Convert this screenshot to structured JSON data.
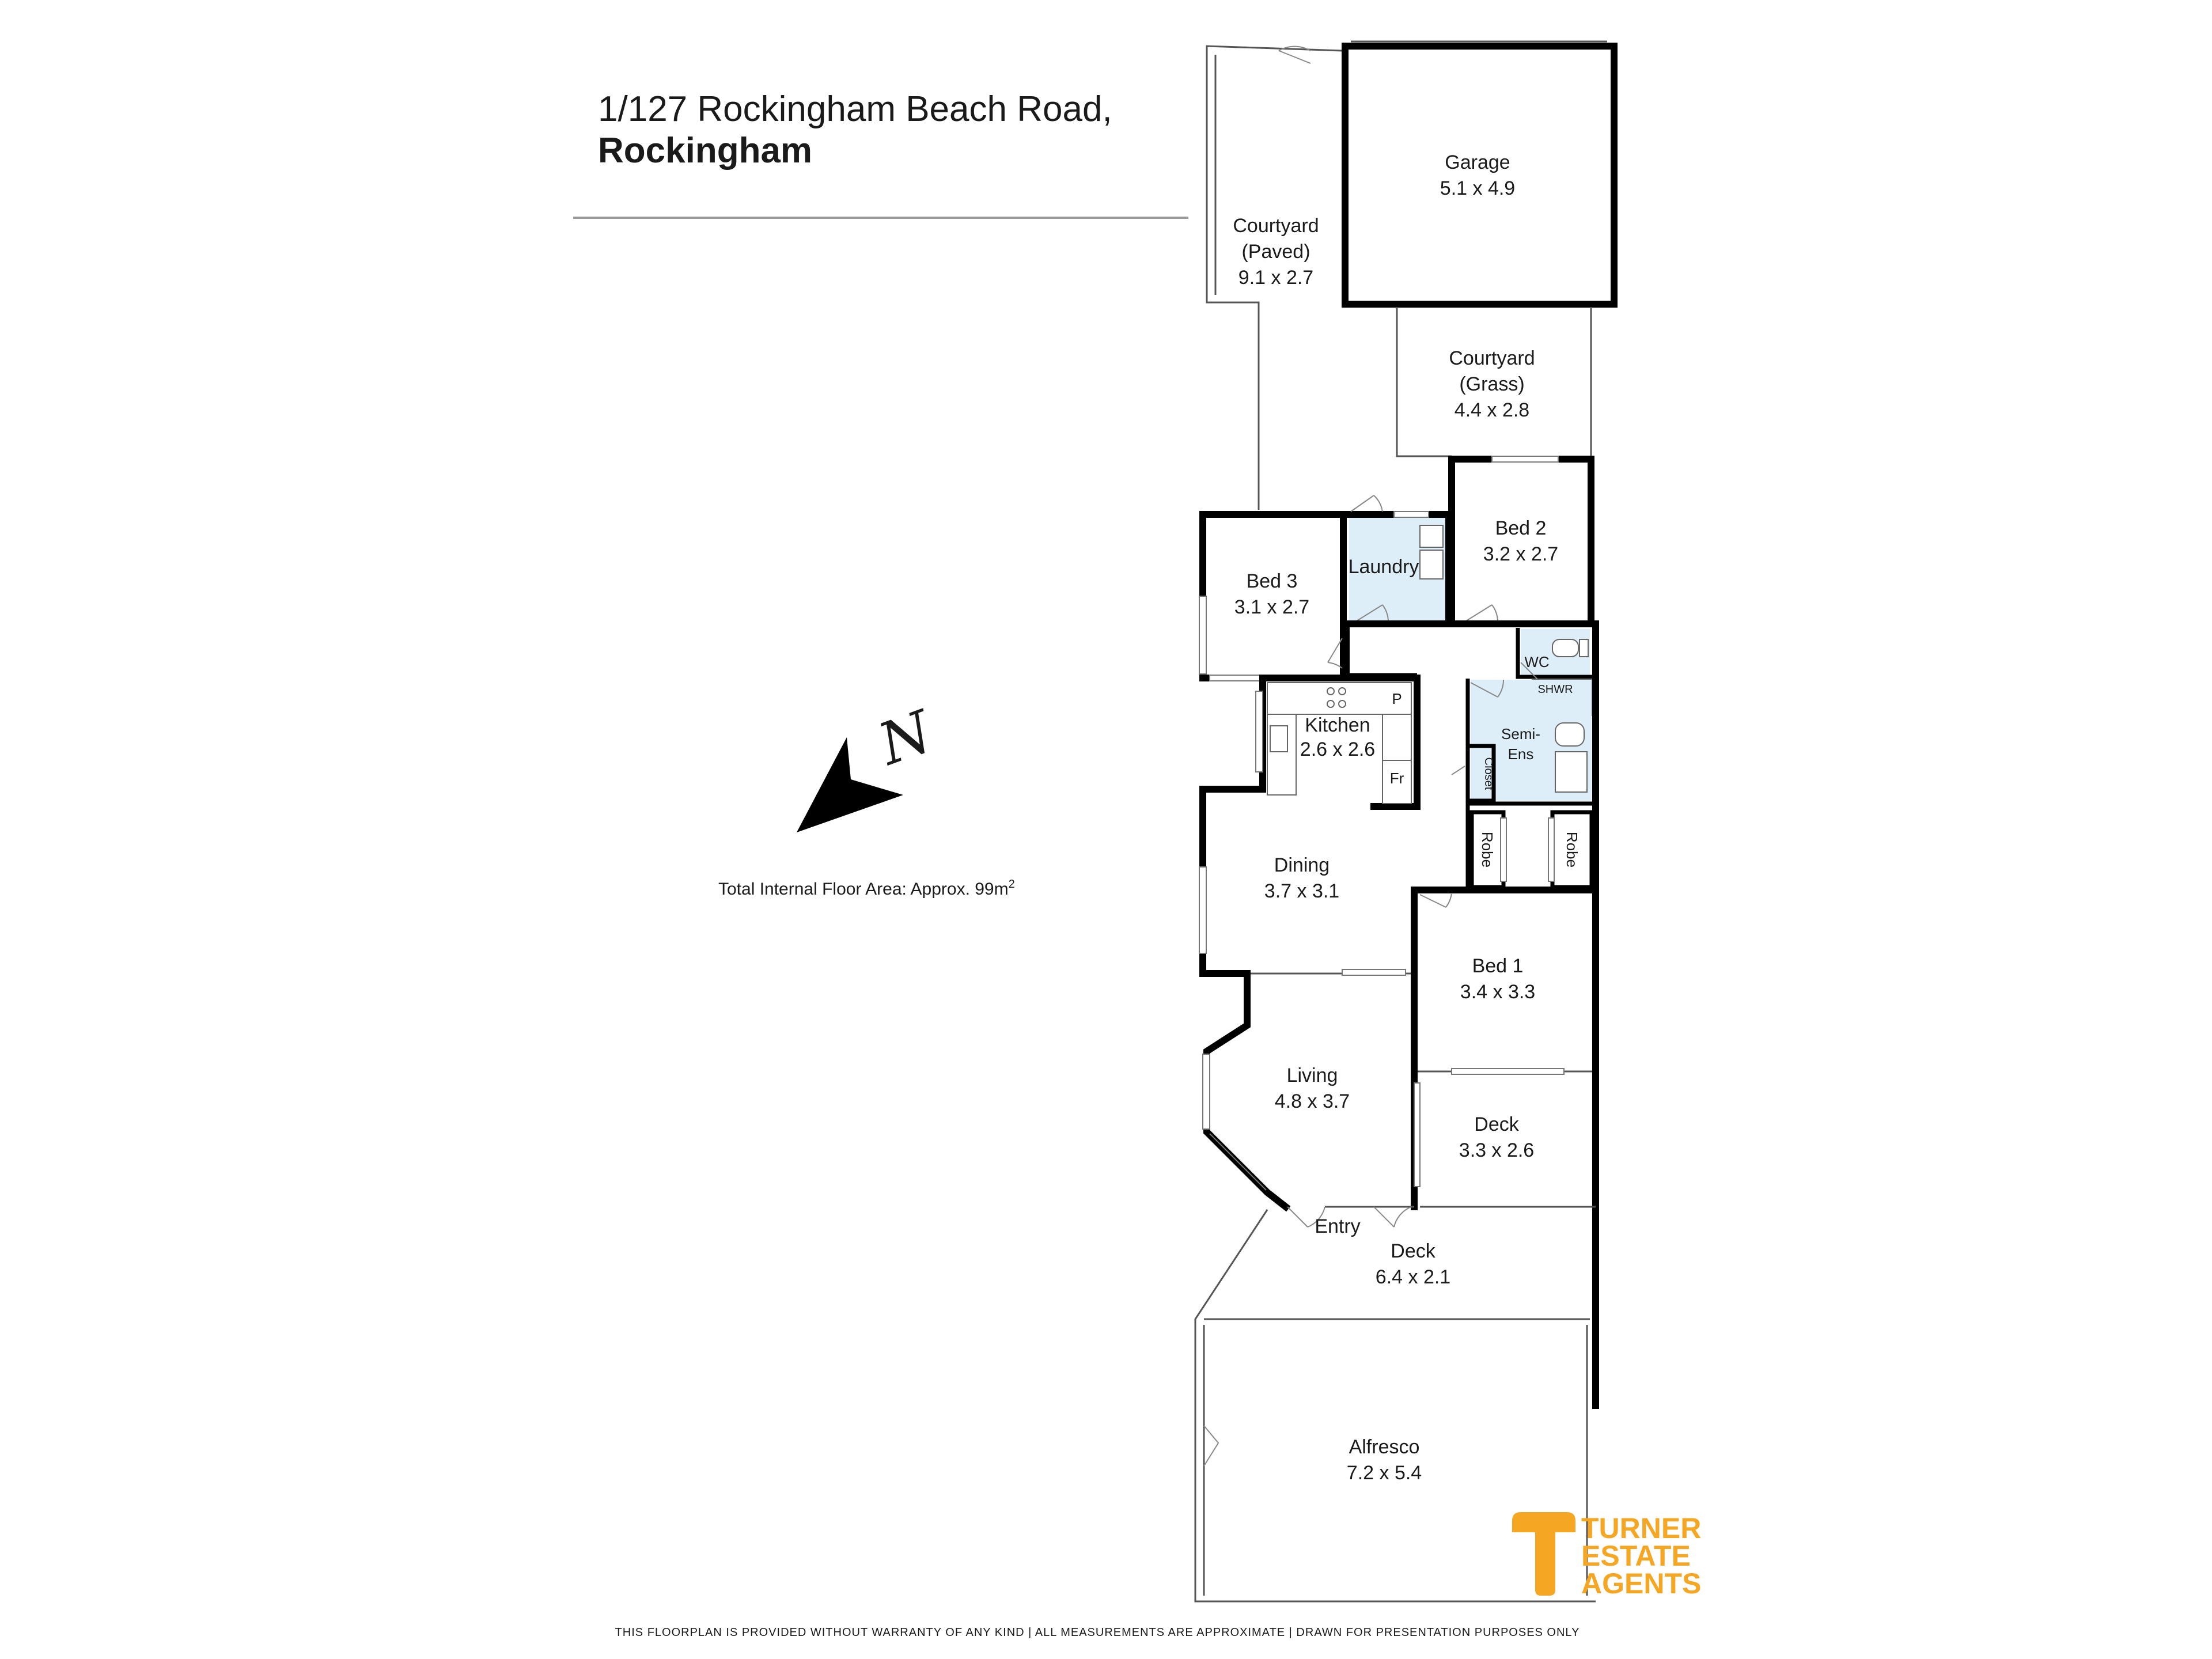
{
  "address": {
    "line1": "1/127 Rockingham Beach Road,",
    "line2": "Rockingham"
  },
  "total_area": "Total Internal Floor Area: Approx. 99m",
  "total_area_superscript": "2",
  "compass_letter": "N",
  "rooms": {
    "courtyard_paved": {
      "line1": "Courtyard",
      "line2": "(Paved)",
      "dims": "9.1 x 2.7"
    },
    "garage": {
      "name": "Garage",
      "dims": "5.1 x 4.9"
    },
    "courtyard_grass": {
      "line1": "Courtyard",
      "line2": "(Grass)",
      "dims": "4.4 x 2.8"
    },
    "bed2": {
      "name": "Bed 2",
      "dims": "3.2 x 2.7"
    },
    "bed3": {
      "name": "Bed 3",
      "dims": "3.1 x 2.7"
    },
    "laundry": {
      "name": "Laundry"
    },
    "wc": {
      "name": "WC"
    },
    "shwr": {
      "name": "SHWR"
    },
    "semi_ens": {
      "line1": "Semi-",
      "line2": "Ens"
    },
    "closet": {
      "name": "Closet"
    },
    "kitchen": {
      "name": "Kitchen",
      "dims": "2.6 x 2.6"
    },
    "pantry": {
      "name": "P"
    },
    "fridge": {
      "name": "Fr"
    },
    "robe_left": {
      "name": "Robe"
    },
    "robe_right": {
      "name": "Robe"
    },
    "dining": {
      "name": "Dining",
      "dims": "3.7 x 3.1"
    },
    "bed1": {
      "name": "Bed 1",
      "dims": "3.4 x 3.3"
    },
    "living": {
      "name": "Living",
      "dims": "4.8 x 3.7"
    },
    "deck_small": {
      "name": "Deck",
      "dims": "3.3 x 2.6"
    },
    "entry": {
      "name": "Entry"
    },
    "deck_large": {
      "name": "Deck",
      "dims": "6.4 x 2.1"
    },
    "alfresco": {
      "name": "Alfresco",
      "dims": "7.2 x 5.4"
    }
  },
  "logo": {
    "line1": "TURNER",
    "line2": "ESTATE",
    "line3": "AGENTS",
    "color": "#f5a623"
  },
  "disclaimer": "THIS FLOORPLAN IS PROVIDED WITHOUT WARRANTY OF ANY KIND  |  ALL MEASUREMENTS ARE APPROXIMATE  |  DRAWN FOR PRESENTATION PURPOSES ONLY"
}
